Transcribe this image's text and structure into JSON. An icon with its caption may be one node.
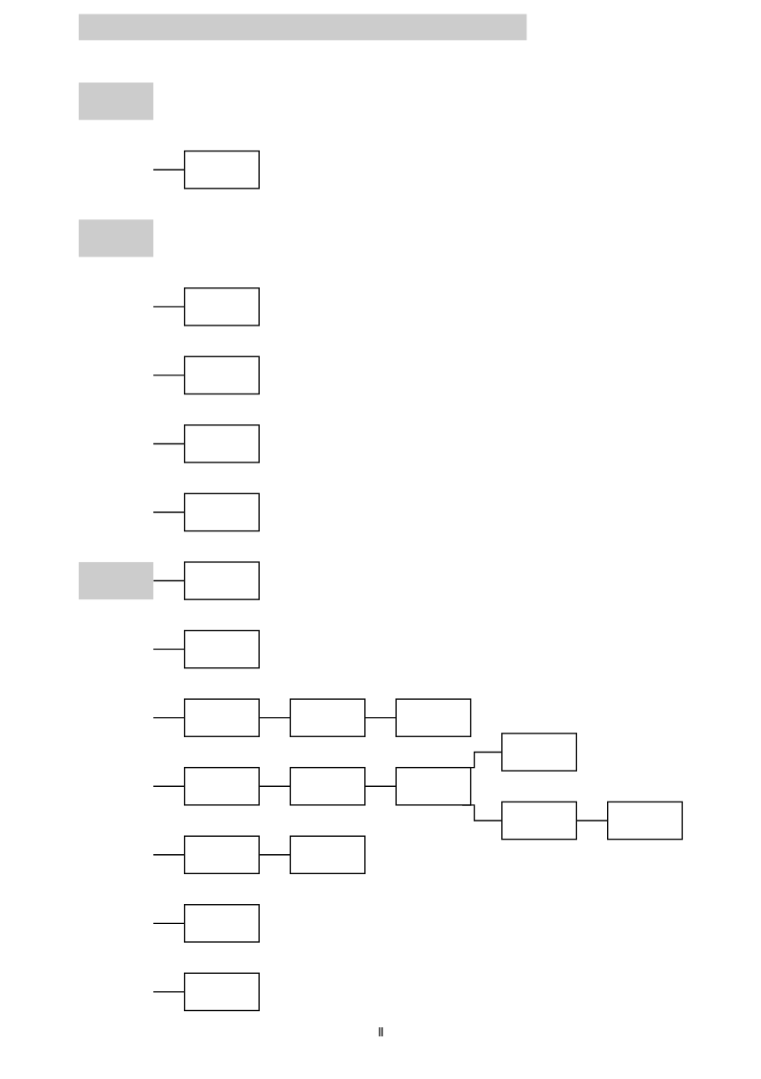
{
  "diagram": {
    "nodes": [
      {
        "text": [],
        "shape": "bar"
      },
      {
        "text": [],
        "shape": "box"
      },
      {
        "text": [],
        "shape": "box"
      },
      {
        "text": [],
        "shape": "box"
      },
      {
        "text": [],
        "shape": "box"
      },
      {
        "text": [],
        "shape": "box"
      },
      {
        "text": [],
        "shape": "box"
      },
      {
        "text": [],
        "shape": "box"
      },
      {
        "text": [],
        "shape": "box"
      },
      {
        "text": [],
        "shape": "box"
      },
      {
        "text": [],
        "shape": "box"
      },
      {
        "text": [],
        "shape": "box"
      },
      {
        "text": [],
        "shape": "box"
      },
      {
        "text": [],
        "shape": "box"
      },
      {
        "text": [],
        "shape": "box"
      },
      {
        "text": [],
        "shape": "box"
      },
      {
        "text": [],
        "shape": "box"
      },
      {
        "text": [],
        "shape": "box"
      },
      {
        "text": [],
        "shape": "box"
      },
      {
        "text": [],
        "shape": "box"
      },
      {
        "text": [],
        "shape": "box"
      },
      {
        "text": [],
        "shape": "box"
      },
      {
        "text": [],
        "shape": "box"
      },
      {
        "text": [],
        "shape": "box"
      }
    ],
    "edges": [
      {
        "from": null,
        "to": 2,
        "arrow": "none"
      },
      {
        "from": null,
        "to": 3,
        "arrow": "none"
      },
      {
        "from": null,
        "to": 4,
        "arrow": "none"
      },
      {
        "from": null,
        "to": 5,
        "arrow": "none"
      },
      {
        "from": null,
        "to": 6,
        "arrow": "none"
      },
      {
        "from": 7,
        "to": 8,
        "arrow": "none"
      },
      {
        "from": null,
        "to": 10,
        "arrow": "none"
      },
      {
        "from": null,
        "to": 11,
        "arrow": "none"
      },
      {
        "from": null,
        "to": 14,
        "arrow": "none"
      },
      {
        "from": 11,
        "to": 12,
        "arrow": "none"
      },
      {
        "from": 12,
        "to": 13,
        "arrow": "none"
      },
      {
        "from": 14,
        "to": 15,
        "arrow": "none"
      },
      {
        "from": 15,
        "to": 16,
        "arrow": "none"
      },
      {
        "from": 16,
        "to": 17,
        "arrow": "none"
      },
      {
        "from": 16,
        "to": 18,
        "arrow": "none"
      },
      {
        "from": 18,
        "to": 19,
        "arrow": "none"
      },
      {
        "from": null,
        "to": 20,
        "arrow": "none"
      },
      {
        "from": 20,
        "to": 21,
        "arrow": "none"
      },
      {
        "from": null,
        "to": 22,
        "arrow": "none"
      },
      {
        "from": null,
        "to": 23,
        "arrow": "none"
      }
    ],
    "labels": [
      "Ⅱ"
    ]
  }
}
